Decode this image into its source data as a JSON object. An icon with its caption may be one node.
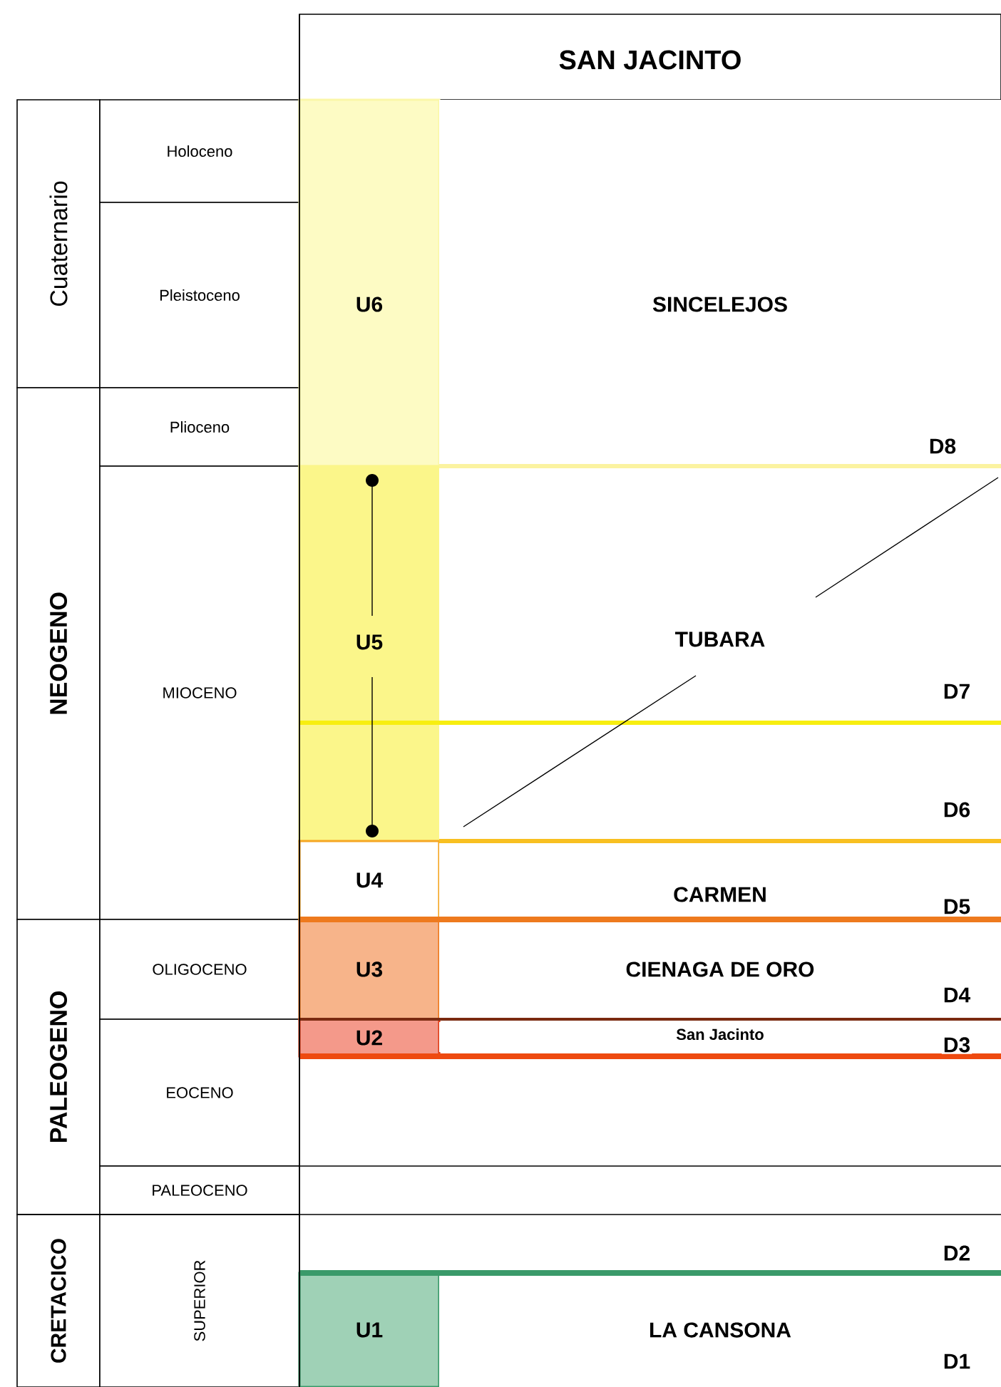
{
  "diagram": {
    "nodes": [
      {
        "text": [
          "SAN JACINTO"
        ]
      },
      {
        "text": [
          "Cuaternario"
        ]
      },
      {
        "text": [
          "NEOGENO"
        ]
      },
      {
        "text": [
          "PALEOGENO"
        ]
      },
      {
        "text": [
          "CRETACICO"
        ]
      },
      {
        "text": [
          "Holoceno"
        ]
      },
      {
        "text": [
          "Pleistoceno"
        ]
      },
      {
        "text": [
          "Plioceno"
        ]
      },
      {
        "text": [
          "MIOCENO"
        ]
      },
      {
        "text": [
          "OLIGOCENO"
        ]
      },
      {
        "text": [
          "EOCENO"
        ]
      },
      {
        "text": [
          "PALEOCENO"
        ]
      },
      {
        "text": [
          "SUPERIOR"
        ]
      },
      {
        "text": [
          "U6"
        ]
      },
      {
        "text": [
          "U5"
        ]
      },
      {
        "text": [
          "U4"
        ]
      },
      {
        "text": [
          "U3"
        ]
      },
      {
        "text": [
          "U2"
        ]
      },
      {
        "text": [
          "U1"
        ]
      },
      {
        "text": [
          "SINCELEJOS"
        ]
      },
      {
        "text": [
          "TUBARA"
        ]
      },
      {
        "text": [
          "CARMEN"
        ]
      },
      {
        "text": [
          "CIENAGA DE ORO"
        ]
      },
      {
        "text": [
          "San Jacinto"
        ]
      },
      {
        "text": [
          "LA CANSONA"
        ]
      }
    ],
    "labels": [
      "D8",
      "D7",
      "D6",
      "D5",
      "D4",
      "D3",
      "D2",
      "D1"
    ]
  }
}
